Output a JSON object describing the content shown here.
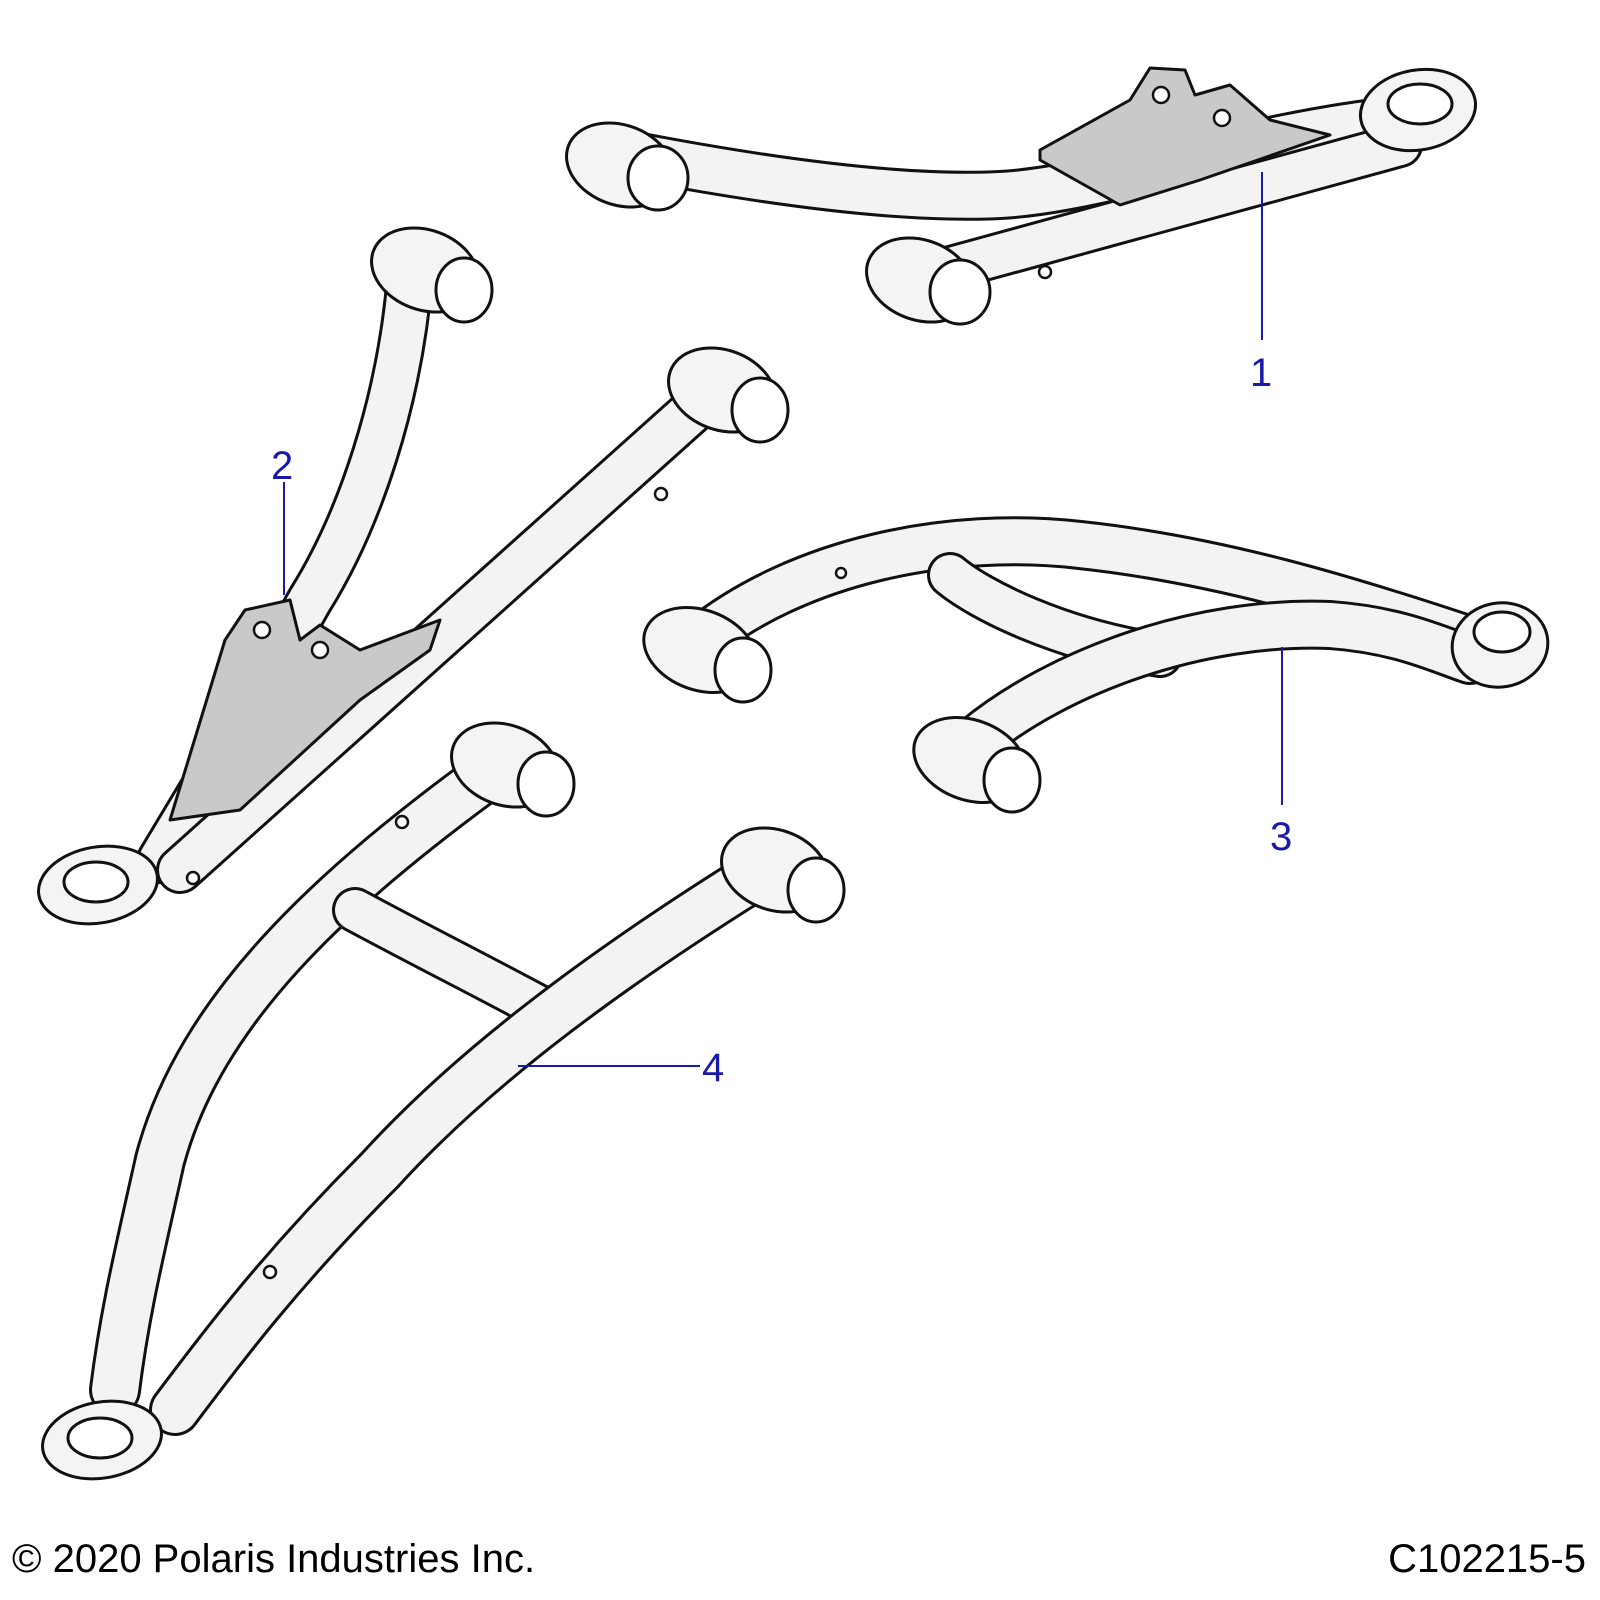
{
  "callouts": [
    {
      "id": "1",
      "label": "1"
    },
    {
      "id": "2",
      "label": "2"
    },
    {
      "id": "3",
      "label": "3"
    },
    {
      "id": "4",
      "label": "4"
    }
  ],
  "footer": {
    "copyright": "© 2020 Polaris Industries Inc.",
    "drawing_number": "C102215-5"
  },
  "colors": {
    "callout_blue": "#1a1aa8",
    "line": "#111111",
    "part_fill": "#f4f4f4",
    "plate_fill": "#c9c9c9"
  }
}
